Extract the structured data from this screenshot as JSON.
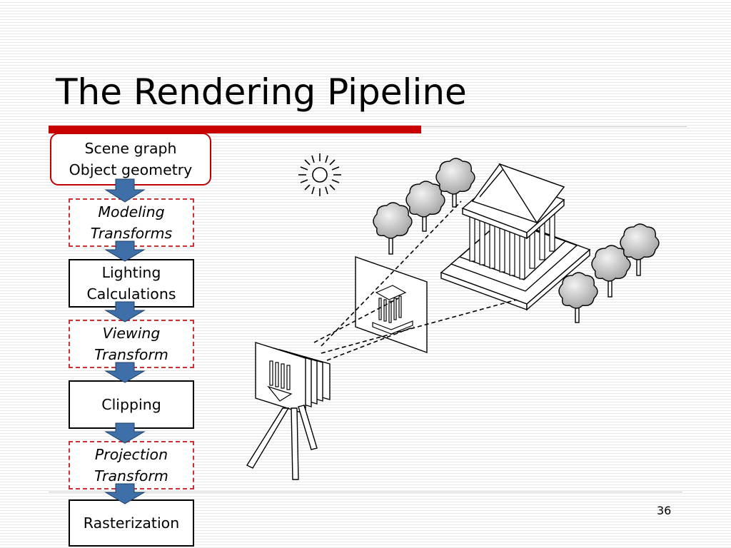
{
  "slide": {
    "title": "The Rendering Pipeline",
    "page_number": "36"
  },
  "pipeline": {
    "stages": [
      {
        "lines": [
          "Scene graph",
          "Object geometry"
        ],
        "style": "rounded"
      },
      {
        "lines": [
          "Modeling",
          "Transforms"
        ],
        "style": "dashed"
      },
      {
        "lines": [
          "Lighting",
          "Calculations"
        ],
        "style": "solid"
      },
      {
        "lines": [
          "Viewing",
          "Transform"
        ],
        "style": "dashed"
      },
      {
        "lines": [
          "Clipping"
        ],
        "style": "solid"
      },
      {
        "lines": [
          "Projection",
          "Transform"
        ],
        "style": "dashed"
      },
      {
        "lines": [
          "Rasterization"
        ],
        "style": "solid"
      }
    ]
  },
  "colors": {
    "accent_red": "#c80000",
    "dashed_border": "#c83232",
    "arrow_fill": "#3f6fa8",
    "arrow_stroke": "#1f3f66"
  },
  "illustration": {
    "icons": [
      "sun-icon",
      "camera-icon",
      "tripod-icon",
      "image-plane-icon",
      "temple-icon",
      "tree-icon"
    ]
  }
}
